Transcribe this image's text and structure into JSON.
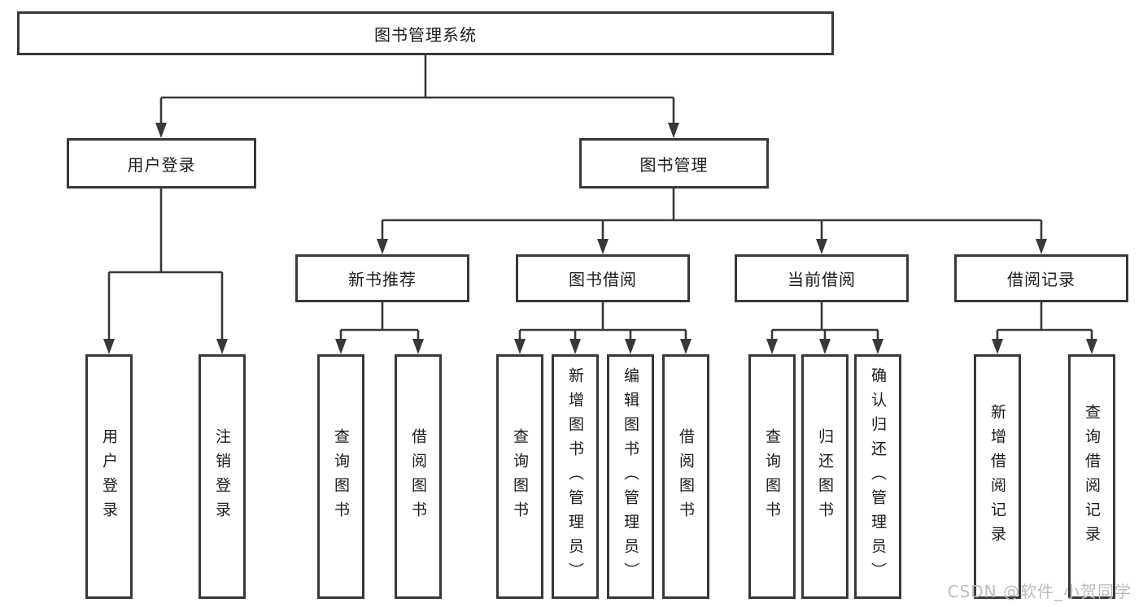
{
  "tree": {
    "root": {
      "label": "图书管理系统",
      "children": [
        {
          "label": "用户登录",
          "children": [
            {
              "label": "用户登录"
            },
            {
              "label": "注销登录"
            }
          ]
        },
        {
          "label": "图书管理",
          "children": [
            {
              "label": "新书推荐",
              "children": [
                {
                  "label": "查询图书"
                },
                {
                  "label": "借阅图书"
                }
              ]
            },
            {
              "label": "图书借阅",
              "children": [
                {
                  "label": "查询图书"
                },
                {
                  "label": "新增图书（管理员）"
                },
                {
                  "label": "编辑图书（管理员）"
                },
                {
                  "label": "借阅图书"
                }
              ]
            },
            {
              "label": "当前借阅",
              "children": [
                {
                  "label": "查询图书"
                },
                {
                  "label": "归还图书"
                },
                {
                  "label": "确认归还（管理员）"
                }
              ]
            },
            {
              "label": "借阅记录",
              "children": [
                {
                  "label": "新增借阅记录"
                },
                {
                  "label": "查询借阅记录"
                }
              ]
            }
          ]
        }
      ]
    }
  },
  "watermark": {
    "text": "CSDN @软件_小贺同学"
  },
  "colors": {
    "line": "#383838",
    "text": "#1c1c1c",
    "bg": "#ffffff",
    "watermark": "#bcbcbc"
  }
}
